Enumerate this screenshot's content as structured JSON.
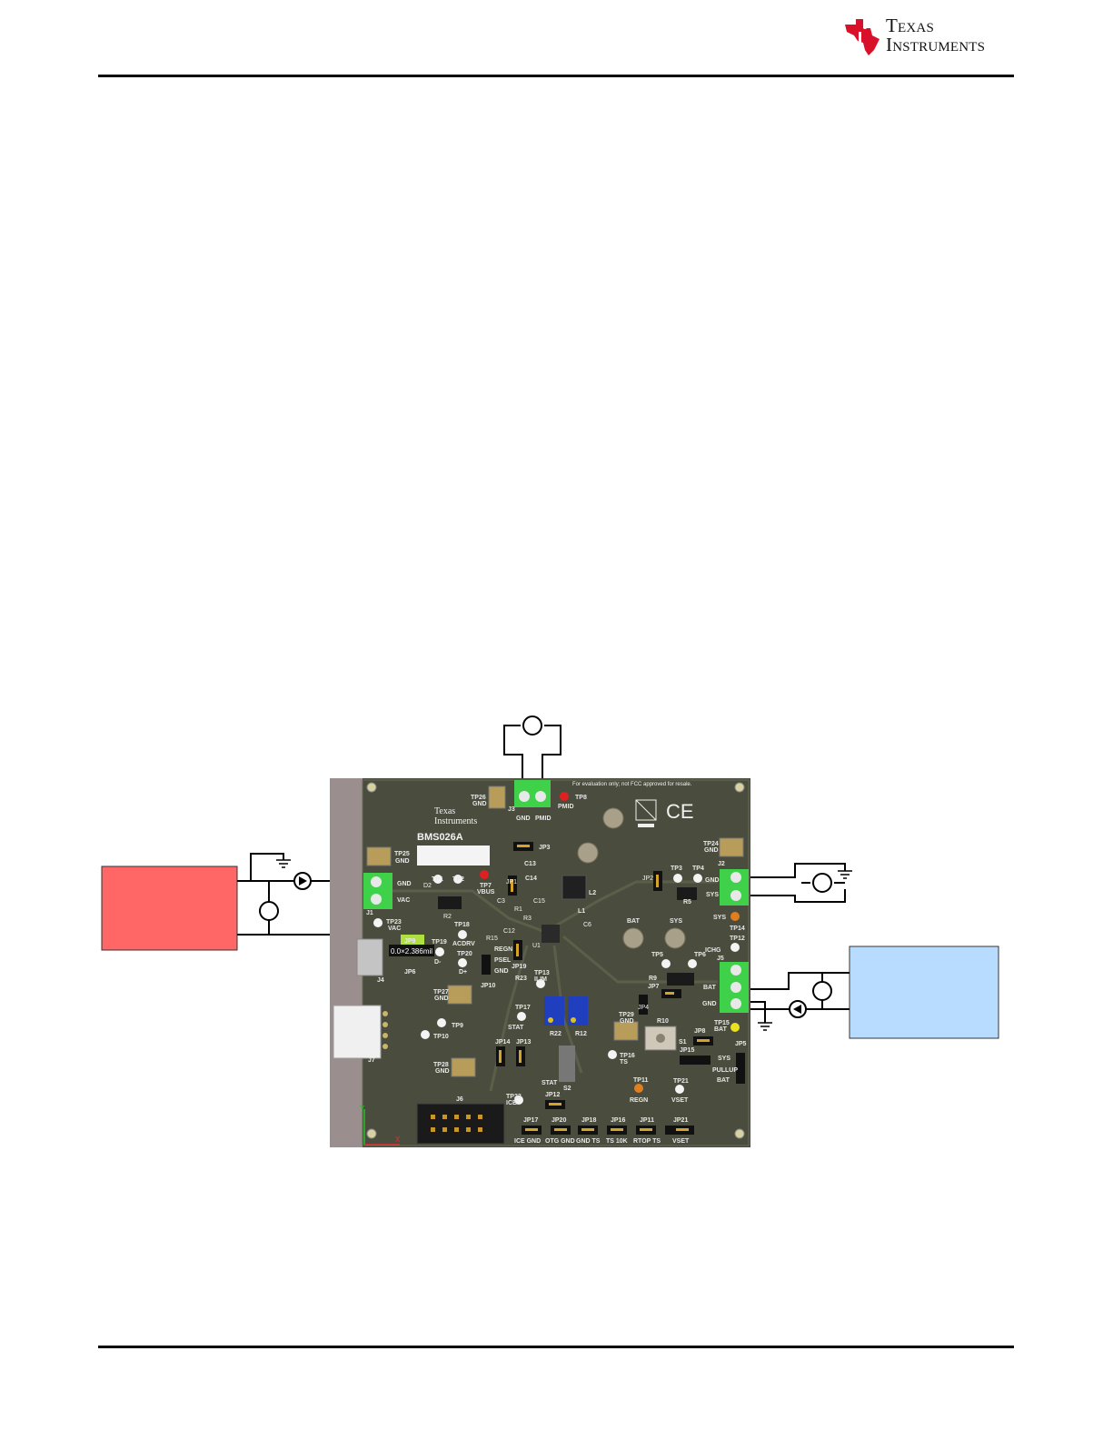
{
  "header": {
    "brand_line1": "Texas",
    "brand_line2": "Instruments"
  },
  "board": {
    "name": "BMS026A",
    "fcc_note": "For evaluation only; not FCC approved for resale.",
    "resistance_readout": "0.0×2.386mil"
  },
  "labels": {
    "TP26": "TP26",
    "GND_a": "GND",
    "J3": "J3",
    "TP8": "TP8",
    "PMID": "PMID",
    "GND_b": "GND",
    "TP25": "TP25",
    "GND_c": "GND",
    "J1": "J1",
    "VAC": "VAC",
    "GND_d": "GND",
    "TP1": "TP1",
    "TP2": "TP2",
    "TP7": "TP7",
    "VBUS": "VBUS",
    "TP23": "TP23",
    "VAC_b": "VAC",
    "JP3": "JP3",
    "C13": "C13",
    "C14": "C14",
    "JP1": "JP1",
    "L2": "L2",
    "L1": "L1",
    "TP24": "TP24",
    "GND_e": "GND",
    "J2": "J2",
    "TP3": "TP3",
    "TP4": "TP4",
    "GND_f": "GND",
    "SYS_a": "SYS",
    "R5": "R5",
    "JP2": "JP2",
    "SYS_b": "SYS",
    "TP14": "TP14",
    "TP12": "TP12",
    "ICHG": "ICHG",
    "J5": "J5",
    "BAT_a": "BAT",
    "GND_g": "GND",
    "BAT_b": "BAT",
    "SYS_c": "SYS",
    "TP5": "TP5",
    "TP6": "TP6",
    "TP18": "TP18",
    "ACDRV": "ACDRV",
    "TP19": "TP19",
    "D_minus": "D-",
    "TP20": "TP20",
    "D_plus": "D+",
    "JP9": "JP9",
    "JP6": "JP6",
    "J4": "J4",
    "REGN_a": "REGN",
    "PSEL": "PSEL",
    "GND_h": "GND",
    "JP10": "JP10",
    "JP19": "JP19",
    "R23": "R23",
    "TP13": "TP13",
    "ILIM": "ILIM",
    "TP27": "TP27",
    "GND_i": "GND",
    "TP17": "TP17",
    "STAT_a": "STAT",
    "R22": "R22",
    "R12": "R12",
    "TP29": "TP29",
    "GND_j": "GND",
    "R9": "R9",
    "JP7": "JP7",
    "JP4": "JP4",
    "R10": "R10",
    "S1": "S1",
    "JP8": "JP8",
    "TP15": "TP15",
    "BAT_c": "BAT",
    "JP15": "JP15",
    "SYS_d": "SYS",
    "PULLUP": "PULLUP",
    "JP5": "JP5",
    "BAT_d": "BAT",
    "TP9": "TP9",
    "TP10": "TP10",
    "J7": "J7",
    "JP14": "JP14",
    "JP13": "JP13",
    "TP16": "TP16",
    "TS_a": "TS",
    "S2": "S2",
    "STAT_b": "STAT",
    "TP28": "TP28",
    "GND_k": "GND",
    "TP11": "TP11",
    "REGN_b": "REGN",
    "TP21": "TP21",
    "VSET_a": "VSET",
    "J6": "J6",
    "TP22": "TP22",
    "ICE": "ICE",
    "JP12": "JP12",
    "JP17": "JP17",
    "ICE_GND": "ICE  GND",
    "JP20": "JP20",
    "OTG_GND": "OTG GND",
    "JP18": "JP18",
    "GND_TS": "GND TS",
    "JP16": "JP16",
    "TS_10K": "TS 10K",
    "JP11": "JP11",
    "RTOP_TS": "RTOP TS",
    "JP21": "JP21",
    "VSET_b": "VSET",
    "U1": "U1",
    "R1": "R1",
    "R3": "R3",
    "C3": "C3",
    "C12": "C12",
    "C6": "C6",
    "R2": "R2",
    "D2": "D2",
    "C15": "C15",
    "R15": "R15",
    "axis_y": "Y",
    "axis_x": "X"
  },
  "colors": {
    "pcb": "#4a4d3d",
    "source_box": "#ff6666",
    "load_box": "#b8dcff",
    "terminal": "#3fd14a",
    "pot": "#1f3fbf",
    "side_bar": "#9b8e8e"
  }
}
